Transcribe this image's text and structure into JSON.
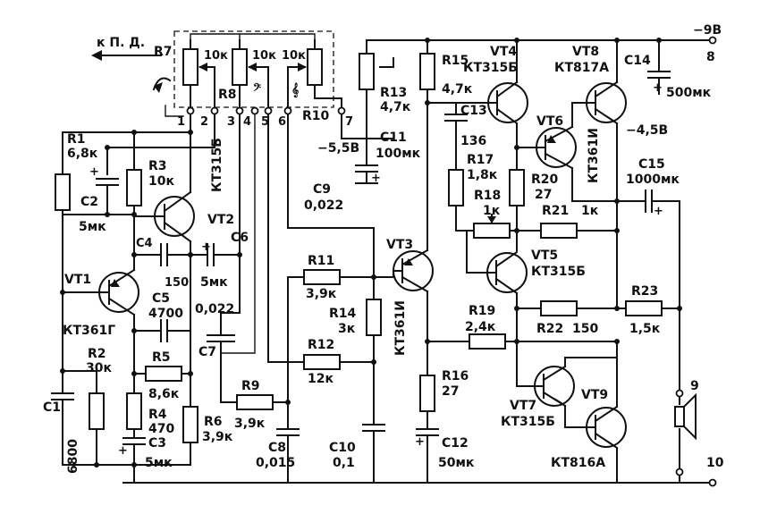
{
  "labels": {
    "k_pd": "к П. Д.",
    "r7": "R7",
    "r7_val": "10к",
    "r8": "R8",
    "r8_val": "10к",
    "r10": "R10",
    "r10_val": "10к",
    "pin1": "1",
    "pin2": "2",
    "pin3": "3",
    "pin4": "4",
    "pin5": "5",
    "pin6": "6",
    "pin7": "7",
    "r1": "R1",
    "r1_val": "6,8к",
    "c2": "C2",
    "c2_val": "5мк",
    "r3": "R3",
    "r3_val": "10к",
    "vt2_type": "КТ315Б",
    "vt2": "VT2",
    "c4": "C4",
    "c4_val": "150",
    "c6": "C6",
    "c6_val": "5мк",
    "vt1": "VT1",
    "vt1_type": "КТ361Г",
    "c5": "C5",
    "c5_val": "4700",
    "c7_val": "0,022",
    "c7": "C7",
    "r2": "R2",
    "r2_val": "30к",
    "c1": "C1",
    "c1_val": "6800",
    "r5": "R5",
    "r5_val": "8,6к",
    "r4": "R4",
    "r4_val": "470",
    "c3": "C3",
    "c3_val": "5мк",
    "r6": "R6",
    "r6_val": "3,9к",
    "r9": "R9",
    "r9_val": "3,9к",
    "c8": "C8",
    "c8_val": "0,015",
    "c9": "C9",
    "c9_val": "0,022",
    "r11": "R11",
    "r11_val": "3,9к",
    "r14": "R14",
    "r14_val": "3к",
    "r12": "R12",
    "r12_val": "12к",
    "c10": "C10",
    "c10_val": "0,1",
    "v_minus55": "−5,5В",
    "c11": "C11",
    "c11_val": "100мк",
    "r13": "R13",
    "r13_val": "4,7к",
    "r15": "R15",
    "r15_val": "4,7к",
    "vt3": "VT3",
    "vt3_type": "КТ361И",
    "r16": "R16",
    "r16_val": "27",
    "c12": "C12",
    "c12_val": "50мк",
    "vt4": "VT4",
    "vt4_type": "КТ315Б",
    "c13": "C13",
    "c13_val": "136",
    "r17": "R17",
    "r17_val": "1,8к",
    "r18": "R18",
    "r18_val": "1к",
    "r20": "R20",
    "r20_val": "27",
    "r21": "R21",
    "r21_val": "1к",
    "vt5": "VT5",
    "vt5_type": "КТ315Б",
    "r19": "R19",
    "r19_val": "2,4к",
    "r22": "R22",
    "r22_val": "150",
    "vt7": "VT7",
    "vt7_type": "КТ315Б",
    "vt8": "VT8",
    "vt8_type": "КТ817А",
    "vt6": "VT6",
    "vt6_type": "КТ361И",
    "c14": "C14",
    "c14_val": "500мк",
    "v_minus9": "−9В",
    "pin8": "8",
    "v_minus45": "−4,5В",
    "c15": "C15",
    "c15_val": "1000мк",
    "r23": "R23",
    "r23_val": "1,5к",
    "vt9": "VT9",
    "vt9_type": "КТ816А",
    "pin9": "9",
    "pin10": "10",
    "plus": "+"
  }
}
